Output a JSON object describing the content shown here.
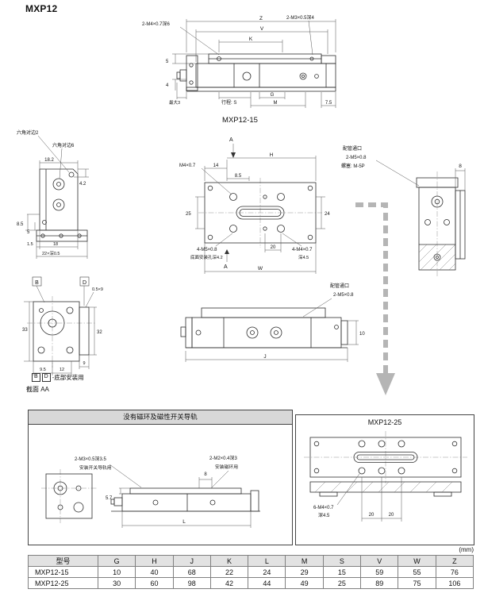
{
  "title": "MXP12",
  "unit_label": "(mm)",
  "front_view": {
    "caption": "MXP12-15",
    "ann_tap_left": "2-M4×0.7深6",
    "ann_tap_right": "2-M3×0.5深4",
    "dims": {
      "z": "Z",
      "v": "V",
      "k": "K",
      "h5": "5",
      "h4": "4",
      "max3": "最大3",
      "stroke": "行程: S",
      "g": "G",
      "m": "M",
      "d75": "7.5"
    }
  },
  "hex_view": {
    "ann_hex2": "六角对边2",
    "ann_hex6": "六角对边6",
    "dims": {
      "d182": "18.2",
      "d42": "4.2",
      "d85": "8.5",
      "d5": "5",
      "d15": "1.5",
      "d18": "18",
      "d22": "22×深0.5"
    }
  },
  "plan_view": {
    "section_a": "A",
    "ann_m4": "M4×0.7",
    "ann_bl": "4-M5×0.8",
    "ann_bl_note": "底面安装孔深4.2",
    "ann_br": "4-M4×0.7",
    "ann_br_note": "深4.5",
    "dims": {
      "d14": "14",
      "d85": "8.5",
      "h": "H",
      "d25": "25",
      "d24": "24",
      "d20": "20",
      "w": "W"
    }
  },
  "port_note": {
    "line1": "配管通口",
    "line2": "2-M5×0.8",
    "line3": "螺塞: M-5P"
  },
  "end_view": {
    "dims": {
      "d8": "8"
    }
  },
  "section_view": {
    "label_b": "B",
    "label_d": "D",
    "note": "0.5×9",
    "dims": {
      "d33": "33",
      "d32": "32",
      "d95": "9.5",
      "d12": "12",
      "d9": "9"
    },
    "caption_suffix": "-底部安装用",
    "section_caption": "截面 AA"
  },
  "side_view": {
    "port1": "配管通口",
    "port2": "2-M5×0.8",
    "dims": {
      "j": "J",
      "d10": "10"
    }
  },
  "option_panel": {
    "title": "没有磁环及磁性开关导轨",
    "ann_rail": "2-M3×0.5深3.5",
    "ann_rail_note": "安装开关导轨用",
    "ann_magnet": "2-M2×0.4深3",
    "ann_magnet_note": "安装磁环用",
    "dims": {
      "d8": "8",
      "d57": "5.7",
      "l": "L"
    }
  },
  "mxp25_view": {
    "caption": "MXP12-25",
    "ann": "6-M4×0.7",
    "ann_note": "深4.5",
    "dims": {
      "d20a": "20",
      "d20b": "20"
    }
  },
  "table": {
    "headers": [
      "型号",
      "G",
      "H",
      "J",
      "K",
      "L",
      "M",
      "S",
      "V",
      "W",
      "Z"
    ],
    "rows": [
      [
        "MXP12-15",
        "10",
        "40",
        "68",
        "22",
        "24",
        "29",
        "15",
        "59",
        "55",
        "76"
      ],
      [
        "MXP12-25",
        "30",
        "60",
        "98",
        "42",
        "44",
        "49",
        "25",
        "89",
        "75",
        "106"
      ]
    ]
  }
}
